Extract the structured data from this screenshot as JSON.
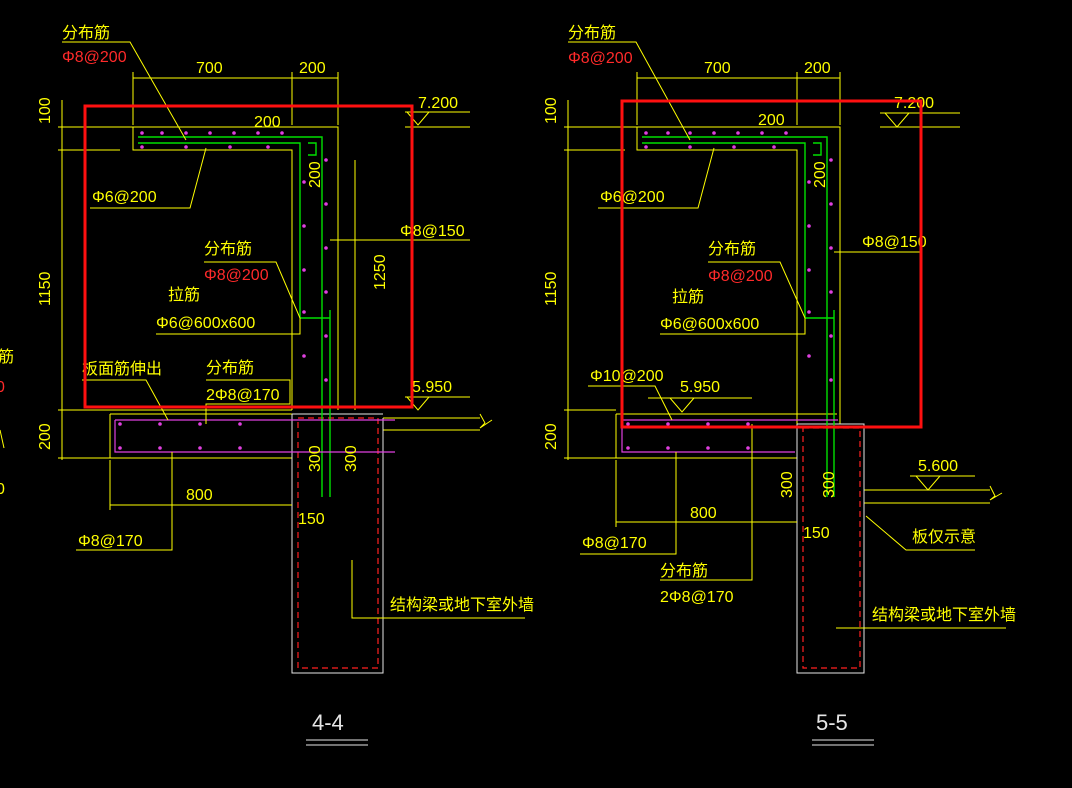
{
  "section_4_4": {
    "title": "4-4",
    "dims": {
      "d700": "700",
      "d200_top": "200",
      "d200_inner": "200",
      "d200_wall": "200",
      "d100": "100",
      "d1150": "1150",
      "d1250": "1250",
      "d200_slab": "200",
      "d800": "800",
      "d300_a": "300",
      "d300_b": "300",
      "d150": "150"
    },
    "elev_top": "7.200",
    "elev_slab": "5.950",
    "labels": {
      "dist_top": "分布筋",
      "dist_top_spec": "Φ8@200",
      "phi6": "Φ6@200",
      "phi8_150": "Φ8@150",
      "dist_mid": "分布筋",
      "dist_mid_spec": "Φ8@200",
      "tie": "拉筋",
      "tie_spec": "Φ6@600x600",
      "slab_out": "板面筋伸出",
      "dist_low": "分布筋",
      "dist_low_spec": "2Φ8@170",
      "phi8_170": "Φ8@170",
      "wall": "结构梁或地下室外墙"
    }
  },
  "section_5_5": {
    "title": "5-5",
    "dims": {
      "d700": "700",
      "d200_top": "200",
      "d200_inner": "200",
      "d200_wall": "200",
      "d100": "100",
      "d1150": "1150",
      "d200_slab": "200",
      "d800": "800",
      "d300_a": "300",
      "d300_b": "300",
      "d150": "150"
    },
    "elev_top": "7.200",
    "elev_slab": "5.950",
    "elev_low": "5.600",
    "labels": {
      "dist_top": "分布筋",
      "dist_top_spec": "Φ8@200",
      "phi6": "Φ6@200",
      "phi8_150": "Φ8@150",
      "dist_mid": "分布筋",
      "dist_mid_spec": "Φ8@200",
      "tie": "拉筋",
      "tie_spec": "Φ6@600x600",
      "phi10": "Φ10@200",
      "phi8_170": "Φ8@170",
      "dist_low": "分布筋",
      "dist_low_spec": "2Φ8@170",
      "slab_note": "板仅示意",
      "wall": "结构梁或地下室外墙"
    }
  },
  "left_edge": {
    "partial_1": "筋",
    "partial_2": "0",
    "partial_3": "0"
  },
  "colors": {
    "background": "#000000",
    "annotation": "#ffff00",
    "highlight_box": "#ff1010",
    "rebar_main": "#00e000",
    "rebar_dist": "#e040e0",
    "spec_text": "#ff2a2a",
    "outline": "#e6e6e6"
  }
}
